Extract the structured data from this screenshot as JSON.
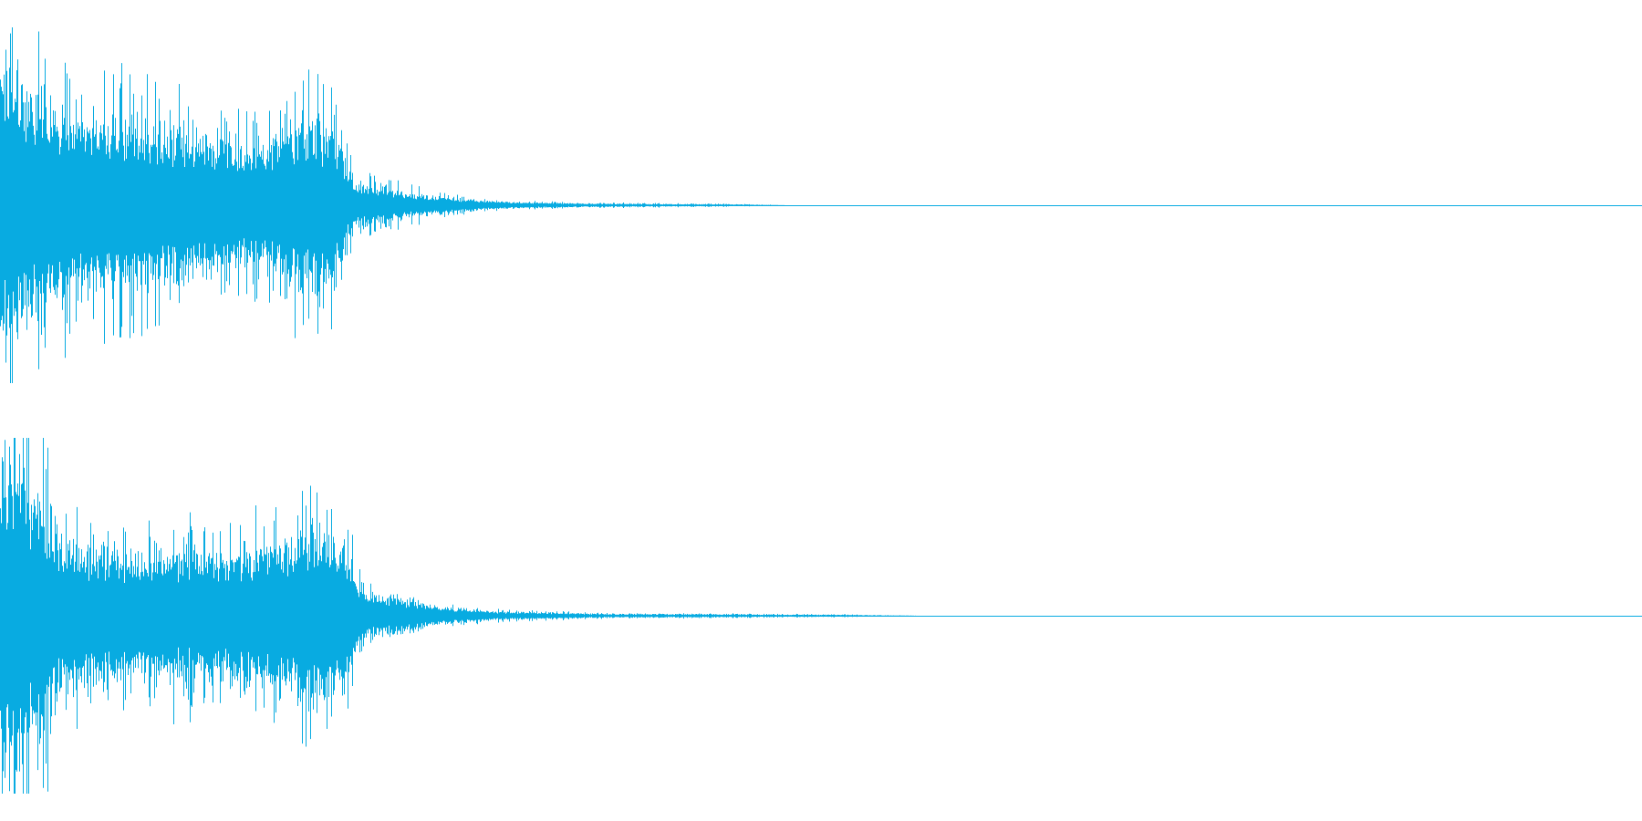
{
  "waveform": {
    "color": "#08abe1",
    "background": "#ffffff",
    "channels": [
      {
        "id": "channel-1",
        "seed": 1337,
        "envelope": [
          {
            "t": 0.0,
            "a": 0.95
          },
          {
            "t": 0.004,
            "a": 0.78
          },
          {
            "t": 0.02,
            "a": 0.62
          },
          {
            "t": 0.05,
            "a": 0.52
          },
          {
            "t": 0.09,
            "a": 0.46
          },
          {
            "t": 0.13,
            "a": 0.38
          },
          {
            "t": 0.16,
            "a": 0.33
          },
          {
            "t": 0.185,
            "a": 0.52
          },
          {
            "t": 0.205,
            "a": 0.4
          },
          {
            "t": 0.215,
            "a": 0.13
          },
          {
            "t": 0.24,
            "a": 0.09
          },
          {
            "t": 0.265,
            "a": 0.05
          },
          {
            "t": 0.3,
            "a": 0.022
          },
          {
            "t": 0.36,
            "a": 0.01
          },
          {
            "t": 0.45,
            "a": 0.005
          },
          {
            "t": 0.48,
            "a": 0.0
          }
        ]
      },
      {
        "id": "channel-2",
        "seed": 7331,
        "envelope": [
          {
            "t": 0.0,
            "a": 0.95
          },
          {
            "t": 0.01,
            "a": 0.85
          },
          {
            "t": 0.025,
            "a": 0.72
          },
          {
            "t": 0.04,
            "a": 0.42
          },
          {
            "t": 0.08,
            "a": 0.36
          },
          {
            "t": 0.12,
            "a": 0.36
          },
          {
            "t": 0.16,
            "a": 0.38
          },
          {
            "t": 0.19,
            "a": 0.5
          },
          {
            "t": 0.21,
            "a": 0.42
          },
          {
            "t": 0.22,
            "a": 0.14
          },
          {
            "t": 0.25,
            "a": 0.09
          },
          {
            "t": 0.27,
            "a": 0.05
          },
          {
            "t": 0.3,
            "a": 0.025
          },
          {
            "t": 0.36,
            "a": 0.012
          },
          {
            "t": 0.52,
            "a": 0.005
          },
          {
            "t": 0.56,
            "a": 0.0
          }
        ]
      }
    ]
  }
}
